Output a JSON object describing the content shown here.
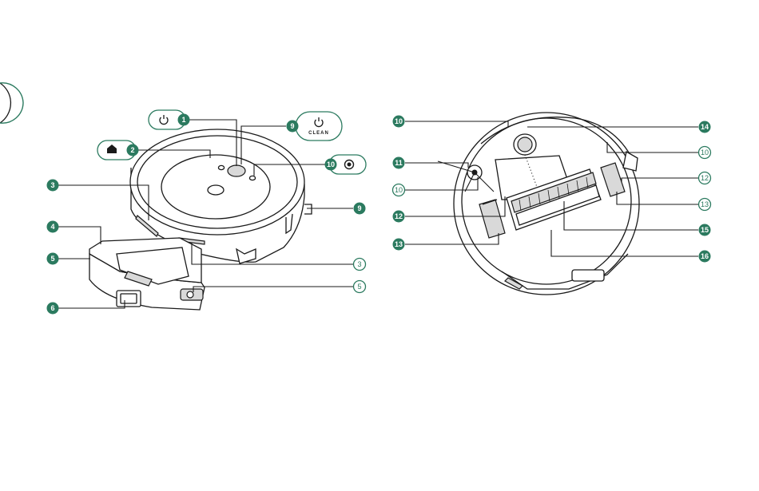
{
  "colors": {
    "accent": "#2b7a5f",
    "line": "#1a1a1a",
    "panel": "#d9d9d9"
  },
  "icons": {
    "power": "power-icon",
    "home": "home-icon",
    "spot": "spot-clean-icon"
  },
  "clean_button_label": "CLEAN",
  "callouts": [
    {
      "id": "c1",
      "label": "1",
      "style": "solid"
    },
    {
      "id": "c2",
      "label": "2",
      "style": "solid"
    },
    {
      "id": "c3a",
      "label": "3",
      "style": "solid"
    },
    {
      "id": "c3b",
      "label": "3",
      "style": "outline"
    },
    {
      "id": "c4",
      "label": "4",
      "style": "solid"
    },
    {
      "id": "c5a",
      "label": "5",
      "style": "solid"
    },
    {
      "id": "c5b",
      "label": "5",
      "style": "outline"
    },
    {
      "id": "c6",
      "label": "6",
      "style": "solid"
    },
    {
      "id": "c9a",
      "label": "9",
      "style": "solid"
    },
    {
      "id": "c9b",
      "label": "9",
      "style": "solid"
    },
    {
      "id": "c10a",
      "label": "10",
      "style": "solid"
    },
    {
      "id": "c10b",
      "label": "10",
      "style": "solid"
    },
    {
      "id": "c10c",
      "label": "10",
      "style": "outline"
    },
    {
      "id": "c10d",
      "label": "10",
      "style": "outline"
    },
    {
      "id": "c11",
      "label": "11",
      "style": "solid"
    },
    {
      "id": "c12a",
      "label": "12",
      "style": "solid"
    },
    {
      "id": "c12b",
      "label": "12",
      "style": "outline"
    },
    {
      "id": "c13a",
      "label": "13",
      "style": "solid"
    },
    {
      "id": "c13b",
      "label": "13",
      "style": "outline"
    },
    {
      "id": "c14",
      "label": "14",
      "style": "solid"
    },
    {
      "id": "c15",
      "label": "15",
      "style": "solid"
    },
    {
      "id": "c16",
      "label": "16",
      "style": "solid"
    }
  ]
}
